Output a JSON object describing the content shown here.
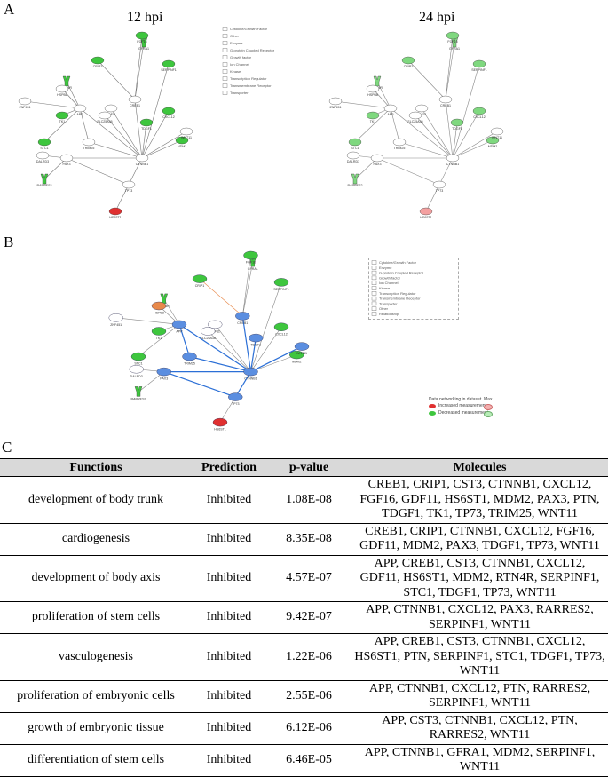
{
  "panels": {
    "a": {
      "letter": "A",
      "left_title": "12 hpi",
      "right_title": "24 hpi"
    },
    "b": {
      "letter": "B"
    },
    "c": {
      "letter": "C"
    }
  },
  "network_12": {
    "nodes": [
      {
        "label": "RTN4R",
        "shape": "receptor",
        "color": "green"
      },
      {
        "label": "GFRA1",
        "shape": "receptor",
        "color": "green"
      },
      {
        "label": "CRIP1",
        "shape": "ellipse",
        "color": "green"
      },
      {
        "label": "CREB1",
        "shape": "ellipse",
        "color": "white"
      },
      {
        "label": "GDF11",
        "shape": "ellipse",
        "color": "white"
      },
      {
        "label": "FGF16",
        "shape": "ellipse",
        "color": "green"
      },
      {
        "label": "SERPINF1",
        "shape": "ellipse",
        "color": "green"
      },
      {
        "label": "HSPB8",
        "shape": "ellipse",
        "color": "white"
      },
      {
        "label": "CXCL12",
        "shape": "ellipse",
        "color": "green"
      },
      {
        "label": "CTNNB1",
        "shape": "ellipse",
        "color": "white"
      },
      {
        "label": "MDM2",
        "shape": "ellipse",
        "color": "green"
      },
      {
        "label": "PAX3",
        "shape": "ellipse",
        "color": "white"
      },
      {
        "label": "TP73",
        "shape": "ellipse",
        "color": "white"
      },
      {
        "label": "TRIM25",
        "shape": "ellipse",
        "color": "white"
      },
      {
        "label": "TK1",
        "shape": "ellipse",
        "color": "green"
      },
      {
        "label": "APP",
        "shape": "ellipse",
        "color": "white"
      },
      {
        "label": "RARRES2",
        "shape": "receptor",
        "color": "green"
      },
      {
        "label": "WNT11",
        "shape": "ellipse",
        "color": "white"
      },
      {
        "label": "STC1",
        "shape": "ellipse",
        "color": "green"
      },
      {
        "label": "TDGF1",
        "shape": "ellipse",
        "color": "green"
      },
      {
        "label": "HS6ST1",
        "shape": "ellipse",
        "color": "red"
      },
      {
        "label": "ZNF451",
        "shape": "ellipse",
        "color": "white"
      },
      {
        "label": "DALRD3",
        "shape": "ellipse",
        "color": "white"
      },
      {
        "label": "SLC25A36",
        "shape": "ellipse",
        "color": "white"
      }
    ]
  },
  "legend_a": [
    "Cytokine/Growth Factor",
    "Other",
    "Enzyme",
    "G-protein Coupled Receptor",
    "Growth factor",
    "Ion Channel",
    "Kinase",
    "Transcription Regulator",
    "Transmembrane Receptor",
    "Transporter"
  ],
  "legend_b": [
    "Cytokine/Growth Factor",
    "Enzyme",
    "G-protein Coupled Receptor",
    "Growth factor",
    "Ion Channel",
    "Kinase",
    "Transcription Regulator",
    "Transmembrane Receptor",
    "Transporter",
    "Other",
    "Relationship"
  ],
  "legend_b_status": {
    "header_left": "Data networking in dataset",
    "header_right": "Max",
    "increased": "Increased measurement",
    "decreased": "Decreased measurement"
  },
  "colors": {
    "green": "#3ec63e",
    "red": "#e03030",
    "blue": "#2b6fd6",
    "orange": "#e8894a",
    "grey": "#bfbfbf"
  },
  "table": {
    "headers": [
      "Functions",
      "Prediction",
      "p-value",
      "Molecules"
    ],
    "rows": [
      {
        "function": "development of body trunk",
        "prediction": "Inhibited",
        "pvalue": "1.08E-08",
        "molecules": [
          "CREB1, CRIP1, CST3, CTNNB1, CXCL12,",
          "FGF16, GDF11, HS6ST1, MDM2, PAX3, PTN,",
          "TDGF1, TK1, TP73, TRIM25, WNT11"
        ]
      },
      {
        "function": "cardiogenesis",
        "prediction": "Inhibited",
        "pvalue": "8.35E-08",
        "molecules": [
          "CREB1, CRIP1, CTNNB1, CXCL12, FGF16,",
          "GDF11, MDM2, PAX3, TDGF1, TP73, WNT11"
        ]
      },
      {
        "function": "development of body axis",
        "prediction": "Inhibited",
        "pvalue": "4.57E-07",
        "molecules": [
          "APP, CREB1, CST3, CTNNB1, CXCL12,",
          "GDF11, HS6ST1, MDM2, RTN4R, SERPINF1,",
          "STC1, TDGF1, TP73, WNT11"
        ]
      },
      {
        "function": "proliferation of stem cells",
        "prediction": "Inhibited",
        "pvalue": "9.42E-07",
        "molecules": [
          "APP, CTNNB1, CXCL12, PAX3, RARRES2,",
          "SERPINF1, WNT11"
        ]
      },
      {
        "function": "vasculogenesis",
        "prediction": "Inhibited",
        "pvalue": "1.22E-06",
        "molecules": [
          "APP, CREB1, CST3, CTNNB1, CXCL12,",
          "HS6ST1, PTN, SERPINF1, STC1, TDGF1, TP73,",
          "WNT11"
        ]
      },
      {
        "function": "proliferation of embryonic cells",
        "prediction": "Inhibited",
        "pvalue": "2.55E-06",
        "molecules": [
          "APP, CTNNB1, CXCL12, PTN, RARRES2,",
          "SERPINF1, WNT11"
        ]
      },
      {
        "function": "growth of embryonic tissue",
        "prediction": "Inhibited",
        "pvalue": "6.12E-06",
        "molecules": [
          "APP, CST3, CTNNB1, CXCL12, PTN,",
          "RARRES2, WNT11"
        ]
      },
      {
        "function": "differentiation of stem cells",
        "prediction": "Inhibited",
        "pvalue": "6.46E-05",
        "molecules": [
          "APP, CTNNB1, GFRA1, MDM2, SERPINF1,",
          "WNT11"
        ]
      }
    ]
  }
}
